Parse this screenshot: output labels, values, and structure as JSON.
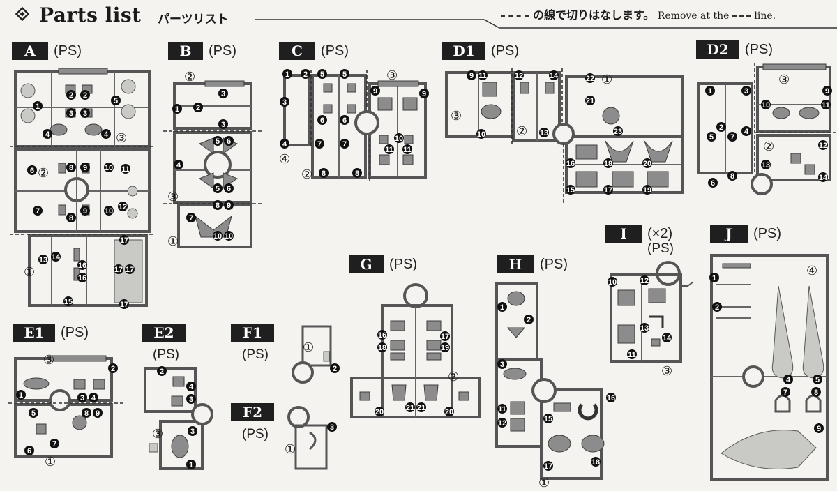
{
  "header": {
    "title": "Parts list",
    "subtitle": "パーツリスト",
    "note_jp": "の線で切りはなします。",
    "note_en_prefix": "Remove at the",
    "note_en_suffix": "line."
  },
  "runners": {
    "A": {
      "id": "A",
      "material": "(PS)"
    },
    "B": {
      "id": "B",
      "material": "(PS)"
    },
    "C": {
      "id": "C",
      "material": "(PS)"
    },
    "D1": {
      "id": "D1",
      "material": "(PS)"
    },
    "D2": {
      "id": "D2",
      "material": "(PS)"
    },
    "E1": {
      "id": "E1",
      "material": "(PS)"
    },
    "E2": {
      "id": "E2",
      "material": "(PS)"
    },
    "F1": {
      "id": "F1",
      "material": "(PS)"
    },
    "F2": {
      "id": "F2",
      "material": "(PS)"
    },
    "G": {
      "id": "G",
      "material": "(PS)"
    },
    "H": {
      "id": "H",
      "material": "(PS)"
    },
    "I": {
      "id": "I",
      "quantity": "(×2)",
      "material": "(PS)"
    },
    "J": {
      "id": "J",
      "material": "(PS)"
    }
  },
  "symbols": {
    "f1": "①",
    "f2": "②",
    "f3": "③",
    "f4": "④"
  },
  "nums": {
    "n1": "1",
    "n2": "2",
    "n3": "3",
    "n4": "4",
    "n5": "5",
    "n6": "6",
    "n7": "7",
    "n8": "8",
    "n9": "9",
    "n10": "10",
    "n11": "11",
    "n12": "12",
    "n13": "13",
    "n14": "14",
    "n15": "15",
    "n16": "16",
    "n17": "17",
    "n18": "18",
    "n19": "19",
    "n20": "20",
    "n21": "21",
    "n22": "22",
    "n23": "23"
  }
}
